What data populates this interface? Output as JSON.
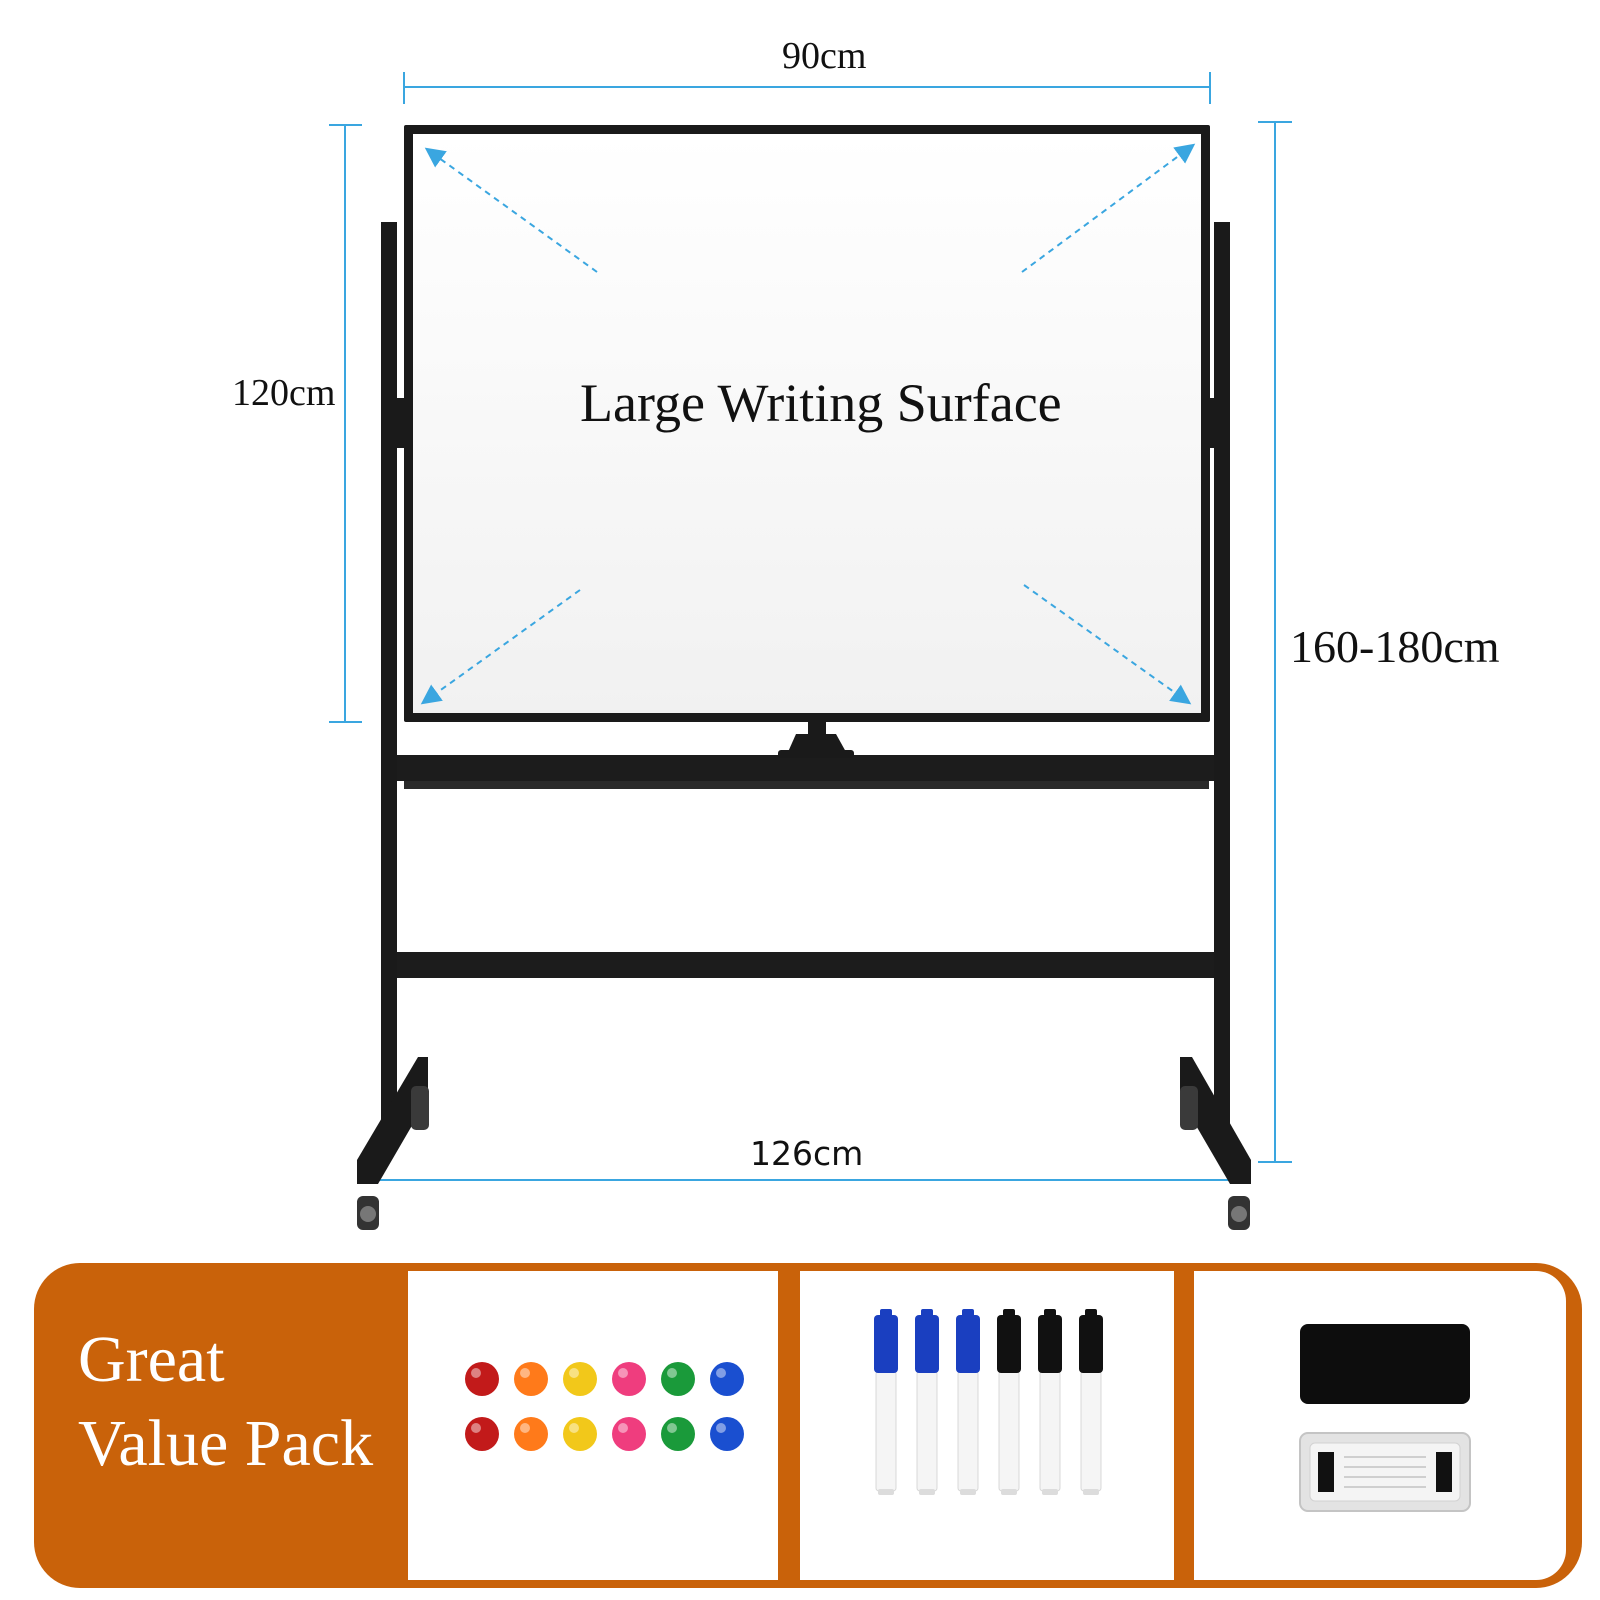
{
  "dimensions": {
    "width": "90cm",
    "height": "120cm",
    "stand_height": "160-180cm",
    "base_width": "126cm"
  },
  "board": {
    "caption": "Large Writing Surface"
  },
  "pack": {
    "title_line1": "Great",
    "title_line2": "Value Pack"
  },
  "accent_colors": {
    "dimension_line": "#3aa6e0",
    "panel": "#c9620a",
    "frame": "#1a1a1a"
  },
  "magnet_colors": [
    "#c21a1a",
    "#ff7a1a",
    "#f2c81a",
    "#ef3d7e",
    "#1a9a3a",
    "#1a4fd0"
  ],
  "marker_cap_colors": [
    "#1a3fc0",
    "#1a3fc0",
    "#1a3fc0",
    "#111111",
    "#111111",
    "#111111"
  ]
}
